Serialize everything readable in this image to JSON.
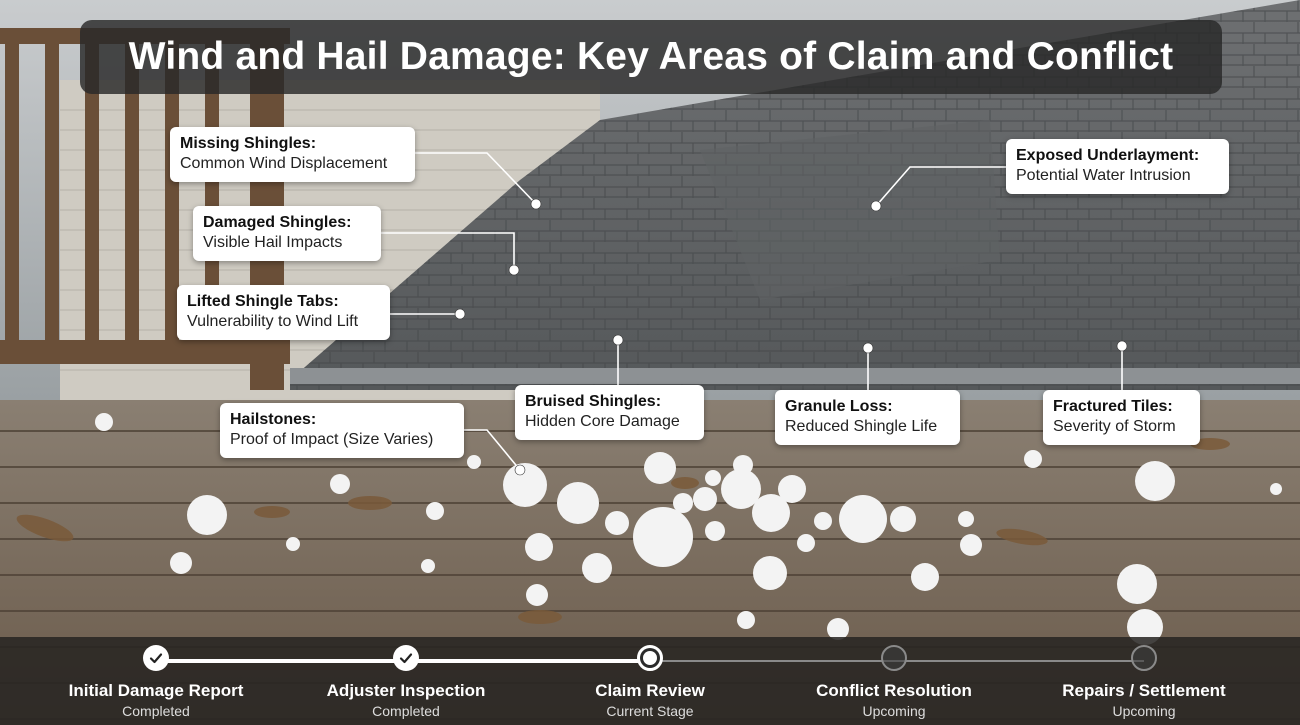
{
  "title": "Wind and Hail Damage: Key Areas of Claim and Conflict",
  "callouts": [
    {
      "title": "Missing Shingles:",
      "subtitle": "Common Wind Displacement"
    },
    {
      "title": "Damaged Shingles:",
      "subtitle": "Visible Hail Impacts"
    },
    {
      "title": "Lifted Shingle Tabs:",
      "subtitle": "Vulnerability to Wind Lift"
    },
    {
      "title": "Exposed Underlayment:",
      "subtitle": "Potential Water Intrusion"
    },
    {
      "title": "Hailstones:",
      "subtitle": "Proof of Impact (Size Varies)"
    },
    {
      "title": "Bruised Shingles:",
      "subtitle": "Hidden Core Damage"
    },
    {
      "title": "Granule Loss:",
      "subtitle": "Reduced Shingle Life"
    },
    {
      "title": "Fractured Tiles:",
      "subtitle": "Severity of Storm"
    }
  ],
  "timeline": {
    "stages": [
      {
        "label": "Initial Damage Report",
        "status": "Completed",
        "icon": "check-icon"
      },
      {
        "label": "Adjuster Inspection",
        "status": "Completed",
        "icon": "check-icon"
      },
      {
        "label": "Claim Review",
        "status": "Current Stage",
        "icon": "current-dot-icon"
      },
      {
        "label": "Conflict Resolution",
        "status": "Upcoming",
        "icon": "empty-circle-icon"
      },
      {
        "label": "Repairs / Settlement",
        "status": "Upcoming",
        "icon": "empty-circle-icon"
      }
    ],
    "colors": {
      "completed": "#ffffff",
      "upcoming": "#8a8a8a"
    }
  }
}
